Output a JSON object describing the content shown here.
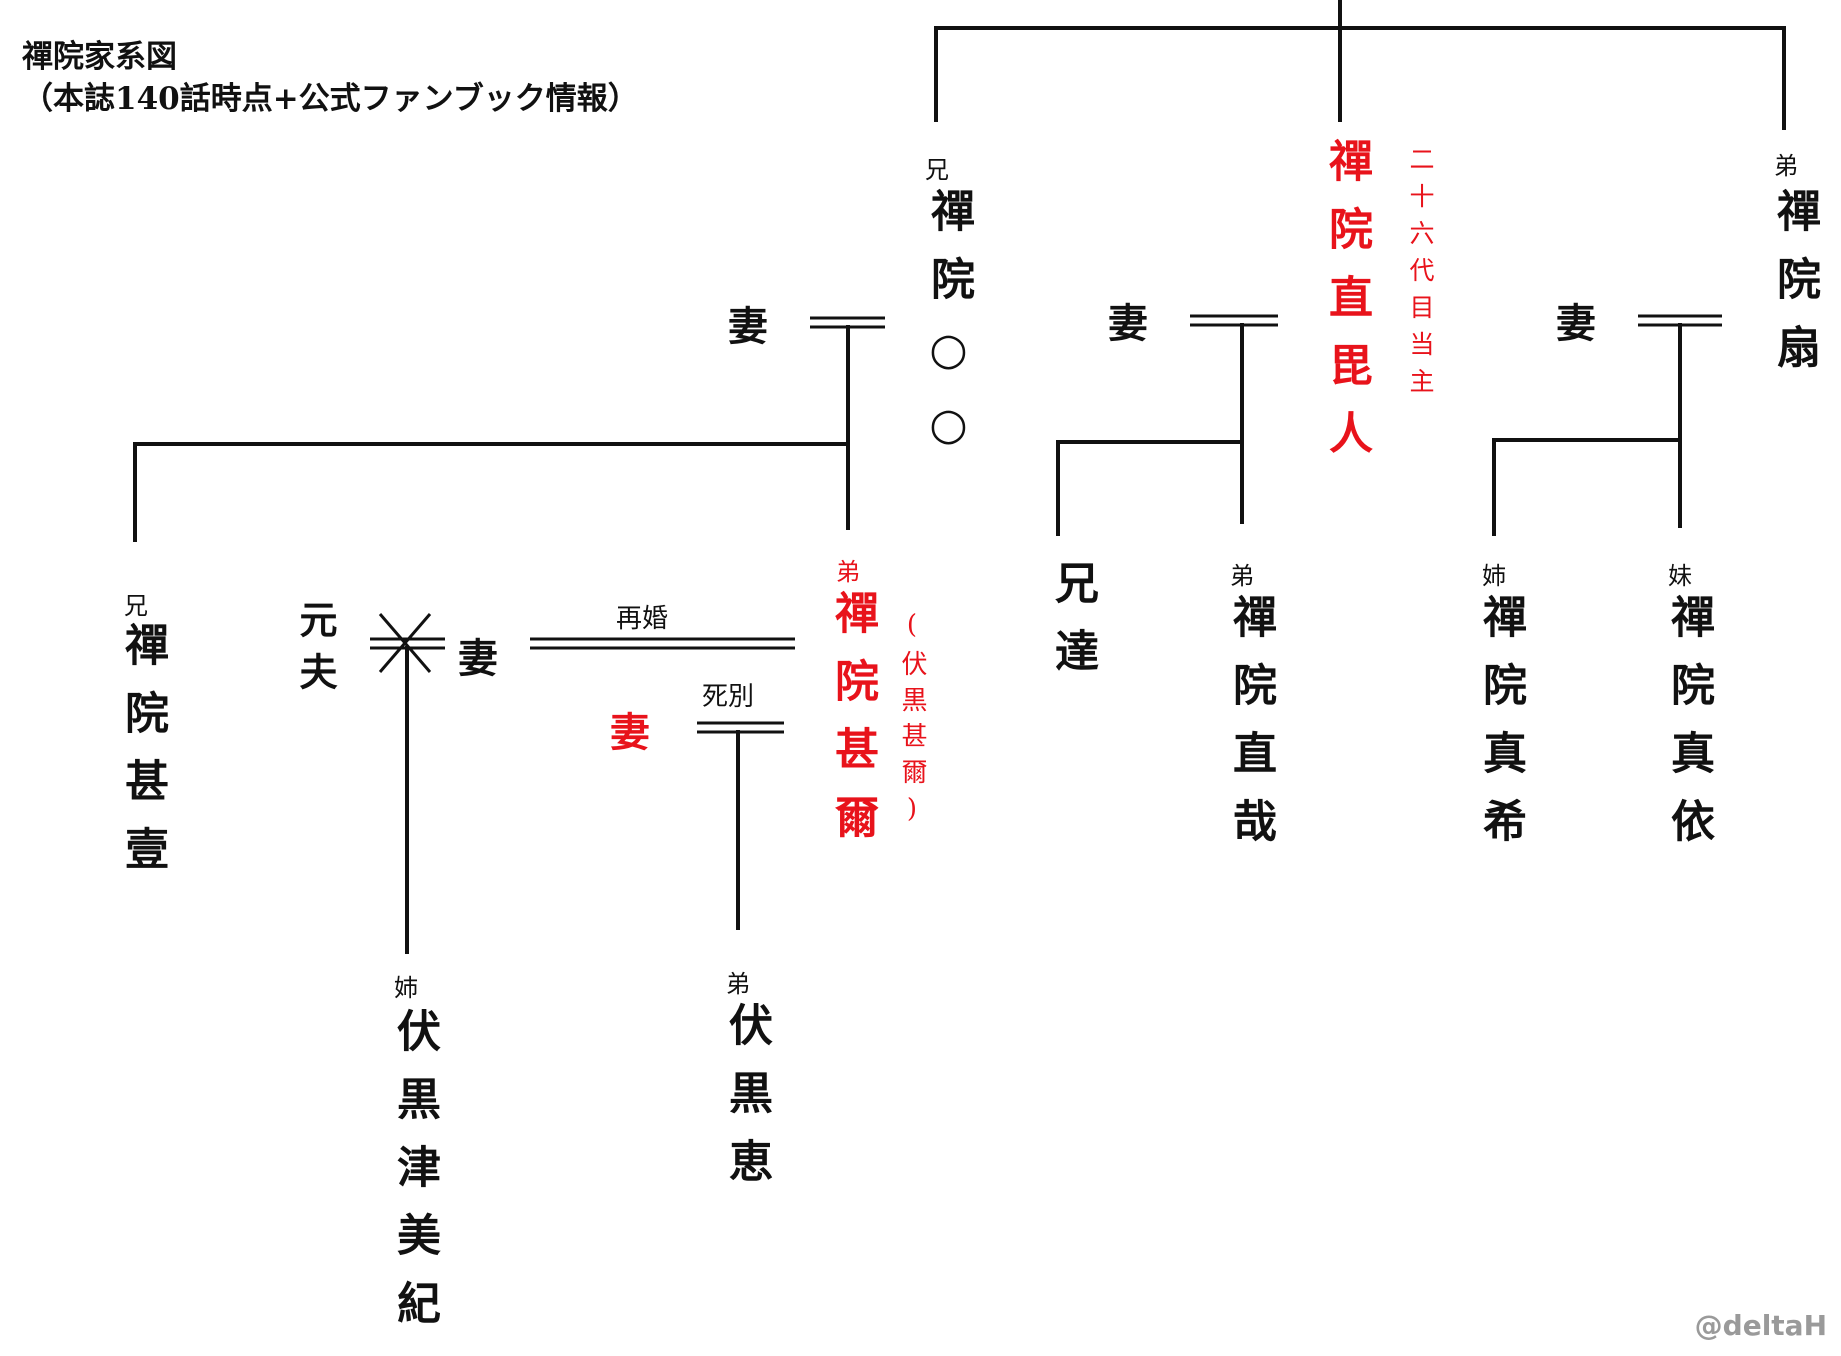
{
  "title": "禪院家系図\n（本誌140話時点+公式ファンブック情報）",
  "credit": "@deltaH",
  "labels": {
    "wife": "妻",
    "remarriage": "再婚",
    "bereaved": "死別",
    "ex_husband": "元夫"
  },
  "people": {
    "elder_father": {
      "relation": "兄",
      "name": "禪院○○"
    },
    "naobito": {
      "name": "禪院直毘人",
      "note": "二十六代目当主"
    },
    "ogi": {
      "relation": "弟",
      "name": "禪院扇"
    },
    "jinichi": {
      "relation": "兄",
      "name": "禪院甚壹"
    },
    "toji": {
      "relation": "弟",
      "name": "禪院甚爾",
      "note": "(伏黒甚爾)"
    },
    "brothers": {
      "name": "兄達"
    },
    "naoya": {
      "relation": "弟",
      "name": "禪院直哉"
    },
    "maki": {
      "relation": "姉",
      "name": "禪院真希"
    },
    "mai": {
      "relation": "妹",
      "name": "禪院真依"
    },
    "tsumiki": {
      "relation": "姉",
      "name": "伏黒津美紀"
    },
    "megumi": {
      "relation": "弟",
      "name": "伏黒恵"
    }
  }
}
